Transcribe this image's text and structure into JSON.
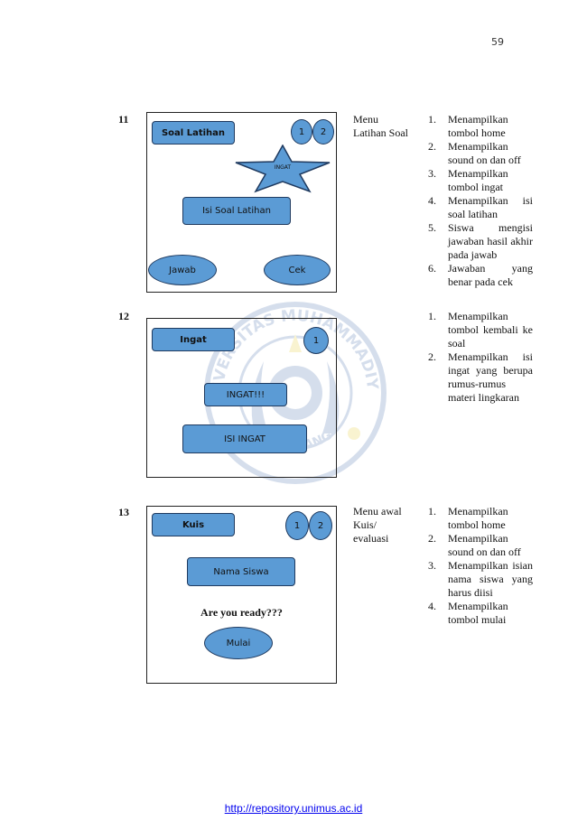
{
  "page_number": "59",
  "rows": [
    {
      "number": "11",
      "screen": {
        "title_button": "Soal Latihan",
        "circle1": "1",
        "circle2": "2",
        "star_label": "INGAT",
        "content_box": "Isi Soal Latihan",
        "left_oval": "Jawab",
        "right_oval": "Cek"
      },
      "description": [
        "Menu",
        "Latihan Soal"
      ],
      "items": [
        "Menampilkan tombol home",
        "Menampilkan sound on dan off",
        "Menampilkan tombol ingat",
        "Menampilkan isi soal latihan",
        "Siswa mengisi jawaban hasil akhir pada jawab",
        "Jawaban yang benar pada cek"
      ]
    },
    {
      "number": "12",
      "screen": {
        "title_button": "Ingat",
        "circle1": "1",
        "box1": "INGAT!!!",
        "box2": "ISI INGAT"
      },
      "description": [],
      "items": [
        "Menampilkan tombol kembali ke soal",
        "Menampilkan isi ingat yang berupa rumus-rumus materi lingkaran"
      ]
    },
    {
      "number": "13",
      "screen": {
        "title_button": "Kuis",
        "circle1": "1",
        "circle2": "2",
        "name_box": "Nama Siswa",
        "ready_text": "Are you ready???",
        "start_oval": "Mulai"
      },
      "description": [
        "Menu awal",
        "Kuis/",
        "evaluasi"
      ],
      "items": [
        "Menampilkan tombol home",
        "Menampilkan sound on dan off",
        "Menampilkan isian nama siswa yang harus diisi",
        "Menampilkan tombol mulai"
      ]
    }
  ],
  "watermark": {
    "top_text": "UNIVERSITAS MUHAMMADIYAH",
    "bottom_text": "SEMARANG"
  },
  "footer_link": "http://repository.unimus.ac.id"
}
